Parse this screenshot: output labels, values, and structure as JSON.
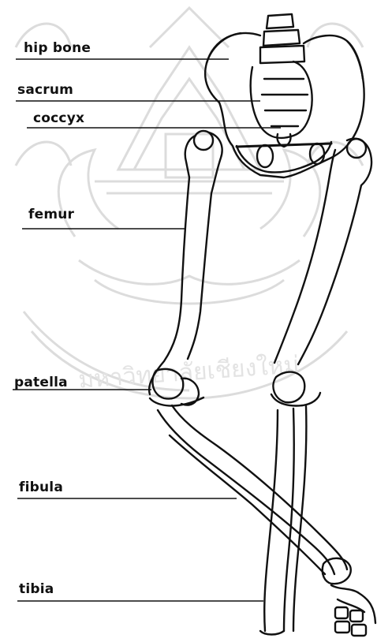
{
  "diagram": {
    "labels": {
      "hip_bone": "hip bone",
      "sacrum": "sacrum",
      "coccyx": "coccyx",
      "femur": "femur",
      "patella": "patella",
      "fibula": "fibula",
      "tibia": "tibia"
    },
    "watermark": "มหาวิทยาลัยเชียงใหม่"
  },
  "colors": {
    "ink": "#111111",
    "watermark": "#d9d9d9",
    "background": "#ffffff"
  },
  "icons": [
    "watermark-seal",
    "skeleton-legs-illustration"
  ]
}
